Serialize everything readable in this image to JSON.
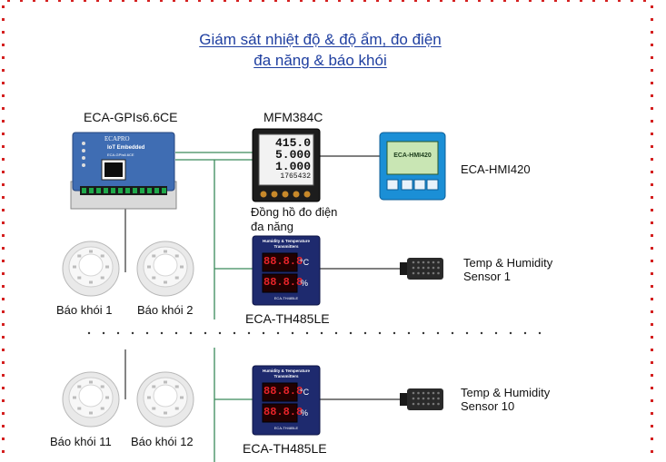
{
  "title": {
    "line1": "Giám sát nhiệt độ & độ ẩm, đo điện",
    "line2": "đa năng & báo khói"
  },
  "devices": {
    "gateway": {
      "name": "ECA-GPIs6.6CE",
      "brand": "ECAPRO",
      "subtitle": "IoT Embedded",
      "model": "ECA-GPIs6.6CE"
    },
    "meter": {
      "name": "MFM384C",
      "caption_line1": "Đồng hồ đo điện",
      "caption_line2": "đa năng",
      "readings": [
        "415.0",
        "5.000",
        "1.000",
        "1765432"
      ]
    },
    "hmi": {
      "name": "ECA-HMI420",
      "screen_text": "ECA-HMI420"
    },
    "th_top": {
      "name": "ECA-TH485LE",
      "header": "Humidity & Temperature Transmitters",
      "temp": "88.8.8",
      "temp_unit": "°C",
      "hum": "88.8.8",
      "hum_unit": "%",
      "footer": "ECA-TH485LE"
    },
    "th_bottom": {
      "name": "ECA-TH485LE",
      "header": "Humidity & Temperature Transmitters",
      "temp": "88.8.8",
      "temp_unit": "°C",
      "hum": "88.8.8",
      "hum_unit": "%",
      "footer": "ECA-TH485LE"
    },
    "sensor1": {
      "line1": "Temp & Humidity",
      "line2": "Sensor 1"
    },
    "sensor10": {
      "line1": "Temp & Humidity",
      "line2": "Sensor 10"
    },
    "smoke": [
      "Báo khói 1",
      "Báo khói 2",
      "Báo khói 11",
      "Báo khói 12"
    ]
  },
  "colors": {
    "title": "#1f3fa0",
    "border_dots": "#d42020",
    "link_green": "#3a8a5a",
    "link_dark": "#333333",
    "gateway_blue": "#3f6db3",
    "panel_navy": "#1e2a6e",
    "hmi_blue": "#1b8fd6",
    "led_red": "#e8242a"
  }
}
